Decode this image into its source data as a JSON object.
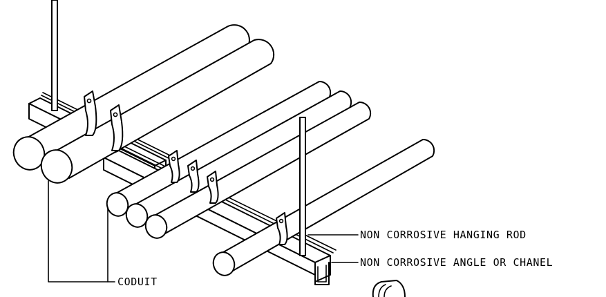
{
  "labels": {
    "hanging_rod": "NON CORROSIVE HANGING ROD",
    "angle_channel": "NON CORROSIVE ANGLE OR CHANEL",
    "conduit": "CODUIT"
  }
}
